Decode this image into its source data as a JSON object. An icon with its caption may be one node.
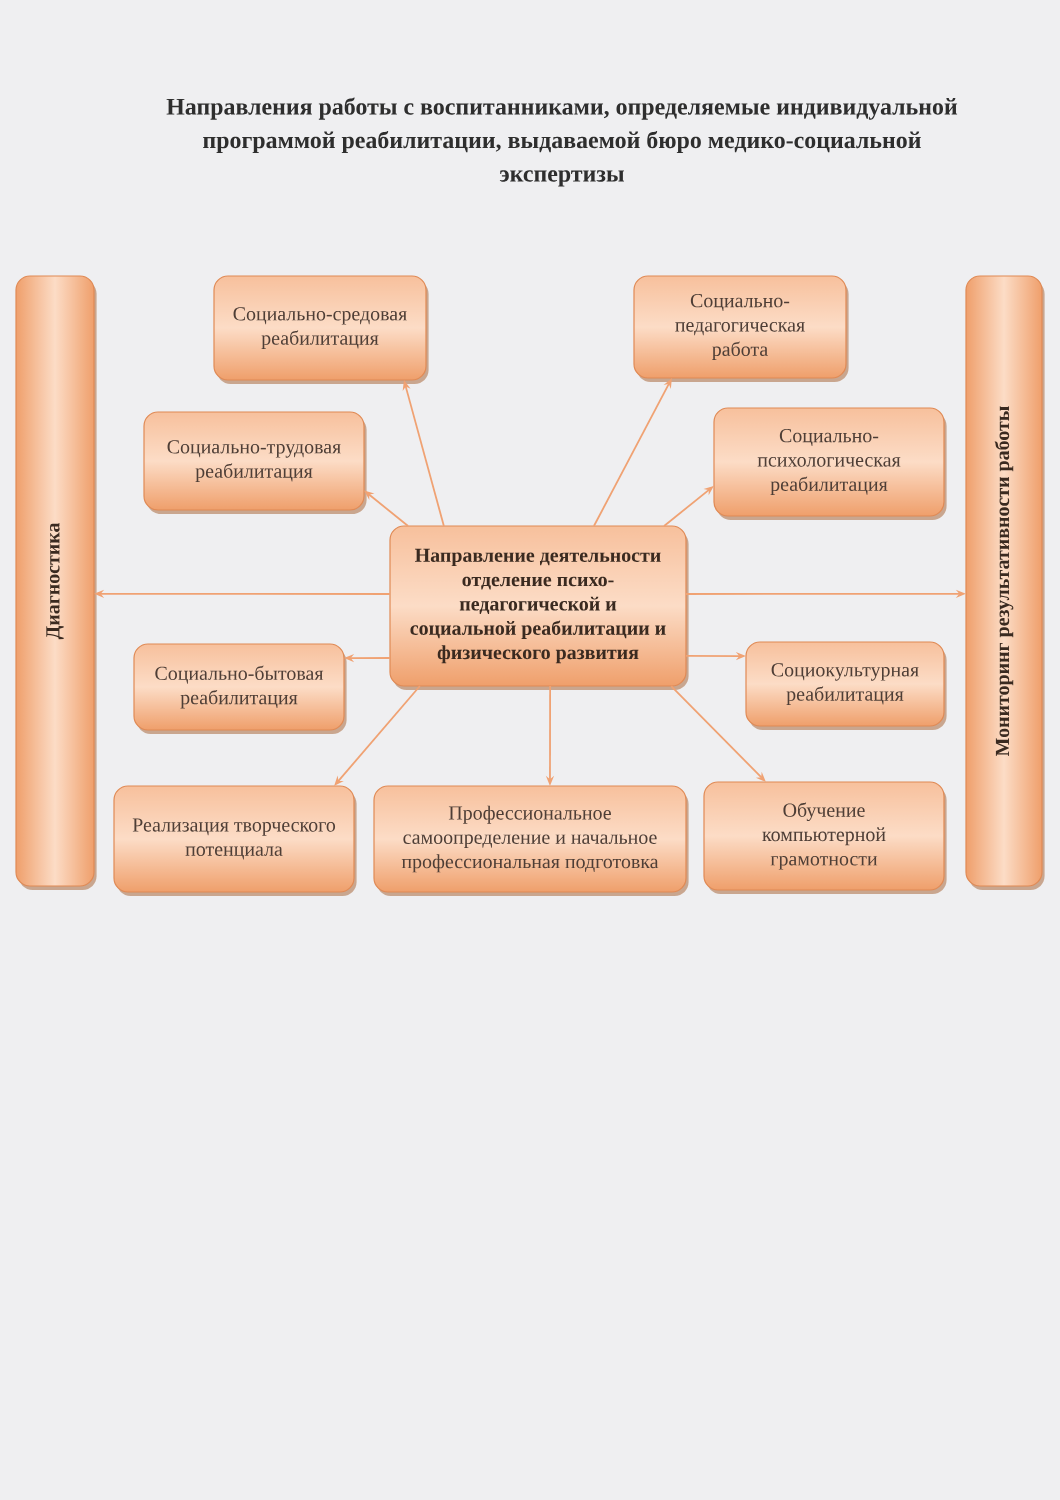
{
  "diagram": {
    "title": "Направления работы с воспитанниками, определяемые индивидуальной программой реабилитации, выдаваемой бюро медико-социальной экспертизы",
    "nodes": [
      {
        "text": [
          "Диагностика"
        ]
      },
      {
        "text": [
          "Социально-средовая реабилитация"
        ]
      },
      {
        "text": [
          "Социально- педагогическая работа"
        ]
      },
      {
        "text": [
          "Мониторинг результативности работы"
        ]
      },
      {
        "text": [
          "Социально-трудовая реабилитация"
        ]
      },
      {
        "text": [
          "Социально- психологическая реабилитация"
        ]
      },
      {
        "text": [
          "Направление деятельности отделение психо- педагогической и социальной реабилитации и физического развития"
        ]
      },
      {
        "text": [
          "Социально-бытовая реабилитация"
        ]
      },
      {
        "text": [
          "Социокультурная реабилитация"
        ]
      },
      {
        "text": [
          "Реализация творческого потенциала"
        ]
      },
      {
        "text": [
          "Профессиональное самоопределение и начальное профессиональная подготовка"
        ]
      },
      {
        "text": [
          "Обучение компьютерной грамотности"
        ]
      }
    ],
    "edges": [
      {
        "from": 6,
        "to": 0,
        "arrow": "to"
      },
      {
        "from": 6,
        "to": 1,
        "arrow": "to"
      },
      {
        "from": 6,
        "to": 2,
        "arrow": "to"
      },
      {
        "from": 6,
        "to": 3,
        "arrow": "to"
      },
      {
        "from": 6,
        "to": 4,
        "arrow": "to"
      },
      {
        "from": 6,
        "to": 5,
        "arrow": "to"
      },
      {
        "from": 6,
        "to": 7,
        "arrow": "to"
      },
      {
        "from": 6,
        "to": 8,
        "arrow": "to"
      },
      {
        "from": 6,
        "to": 9,
        "arrow": "to"
      },
      {
        "from": 6,
        "to": 10,
        "arrow": "to"
      },
      {
        "from": 6,
        "to": 11,
        "arrow": "to"
      }
    ]
  }
}
